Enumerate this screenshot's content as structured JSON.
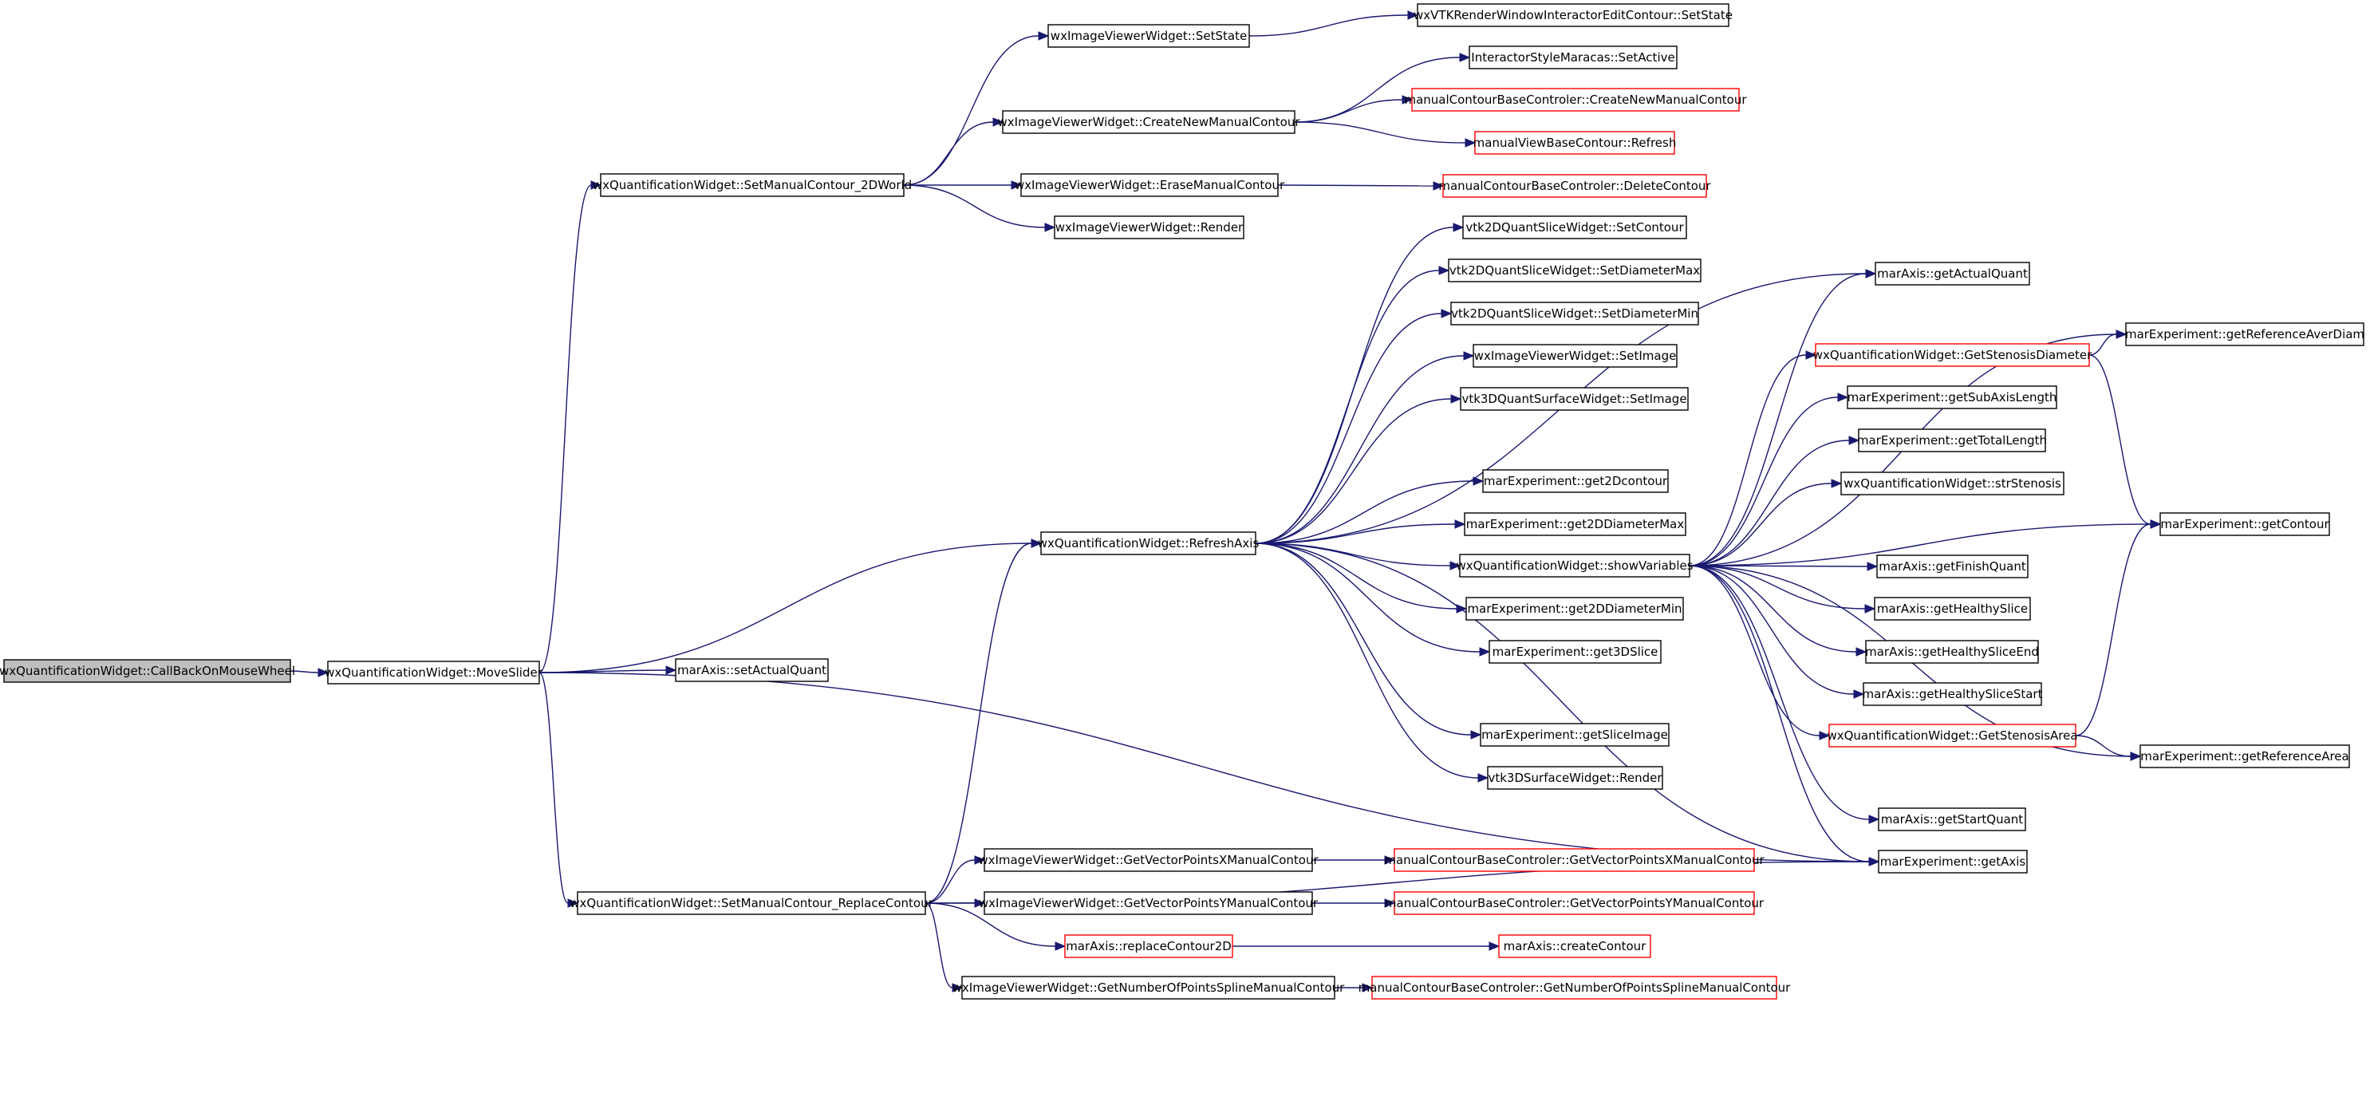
{
  "colors": {
    "edge": "#191970",
    "node_border": "#000000",
    "truncated_border": "#ff0000",
    "root_fill": "#bfbfbf"
  },
  "nodes": {
    "n_cbomw": "wxQuantificationWidget::CallBackOnMouseWheel",
    "n_moveslider": "wxQuantificationWidget::MoveSlider",
    "n_setactualquant": "marAxis::setActualQuant",
    "n_setmc2d": "wxQuantificationWidget::SetManualContour_2DWorld",
    "n_refreshaxis": "wxQuantificationWidget::RefreshAxis",
    "n_setmcrepl": "wxQuantificationWidget::SetManualContour_ReplaceContour",
    "n_ivw_setstate": "wxImageViewerWidget::SetState",
    "n_vtk_setstate": "wxVTKRenderWindowInteractorEditContour::SetState",
    "n_ism_setactive": "InteractorStyleMaracas::SetActive",
    "n_ivw_cnmc": "wxImageViewerWidget::CreateNewManualContour",
    "n_mcbc_cnmc": "manualContourBaseControler::CreateNewManualContour",
    "n_mvbc_refresh": "manualViewBaseContour::Refresh",
    "n_ivw_emc": "wxImageViewerWidget::EraseManualContour",
    "n_mcbc_delete": "manualContourBaseControler::DeleteContour",
    "n_ivw_render": "wxImageViewerWidget::Render",
    "n_v2d_setcontour": "vtk2DQuantSliceWidget::SetContour",
    "n_v2d_setdmax": "vtk2DQuantSliceWidget::SetDiameterMax",
    "n_v2d_setdmin": "vtk2DQuantSliceWidget::SetDiameterMin",
    "n_ivw_setimage": "wxImageViewerWidget::SetImage",
    "n_v3d_setimage": "vtk3DQuantSurfaceWidget::SetImage",
    "n_me_get2dcontour": "marExperiment::get2Dcontour",
    "n_me_get2ddmax": "marExperiment::get2DDiameterMax",
    "n_showvars": "wxQuantificationWidget::showVariables",
    "n_me_get2ddmin": "marExperiment::get2DDiameterMin",
    "n_me_get3dslice": "marExperiment::get3DSlice",
    "n_me_getsliceimage": "marExperiment::getSliceImage",
    "n_v3d_render": "vtk3DSurfaceWidget::Render",
    "n_ma_getactualquant": "marAxis::getActualQuant",
    "n_getstenosisdiam": "wxQuantificationWidget::GetStenosisDiameter",
    "n_me_getrefaverdiam": "marExperiment::getReferenceAverDiam",
    "n_me_getsubaxislength": "marExperiment::getSubAxisLength",
    "n_me_gettotallength": "marExperiment::getTotalLength",
    "n_strstenosis": "wxQuantificationWidget::strStenosis",
    "n_me_getcontour": "marExperiment::getContour",
    "n_ma_getfinishquant": "marAxis::getFinishQuant",
    "n_ma_gethealthyslice": "marAxis::getHealthySlice",
    "n_ma_gethealthysliceend": "marAxis::getHealthySliceEnd",
    "n_ma_gethealthyslicestart": "marAxis::getHealthySliceStart",
    "n_getstenosisarea": "wxQuantificationWidget::GetStenosisArea",
    "n_me_getrefarea": "marExperiment::getReferenceArea",
    "n_ma_getstartquant": "marAxis::getStartQuant",
    "n_me_getaxis": "marExperiment::getAxis",
    "n_ivw_gvpx": "wxImageViewerWidget::GetVectorPointsXManualContour",
    "n_mcbc_gvpx": "manualContourBaseControler::GetVectorPointsXManualContour",
    "n_ivw_gvpy": "wxImageViewerWidget::GetVectorPointsYManualContour",
    "n_mcbc_gvpy": "manualContourBaseControler::GetVectorPointsYManualContour",
    "n_ma_replacecontour2d": "marAxis::replaceContour2D",
    "n_ma_createcontour": "marAxis::createContour",
    "n_ivw_gnops": "wxImageViewerWidget::GetNumberOfPointsSplineManualContour",
    "n_mcbc_gnops": "manualContourBaseControler::GetNumberOfPointsSplineManualContour"
  },
  "truncated_nodes": [
    "n_mcbc_cnmc",
    "n_mvbc_refresh",
    "n_mcbc_delete",
    "n_getstenosisdiam",
    "n_getstenosisarea",
    "n_mcbc_gvpx",
    "n_mcbc_gvpy",
    "n_ma_replacecontour2d",
    "n_ma_createcontour",
    "n_mcbc_gnops"
  ],
  "root_node": "n_cbomw",
  "edges": [
    [
      "n_cbomw",
      "n_moveslider"
    ],
    [
      "n_moveslider",
      "n_setmc2d"
    ],
    [
      "n_moveslider",
      "n_refreshaxis"
    ],
    [
      "n_moveslider",
      "n_setactualquant"
    ],
    [
      "n_moveslider",
      "n_setmcrepl"
    ],
    [
      "n_moveslider",
      "n_me_getaxis"
    ],
    [
      "n_setmc2d",
      "n_ivw_setstate"
    ],
    [
      "n_setmc2d",
      "n_ivw_cnmc"
    ],
    [
      "n_setmc2d",
      "n_ivw_emc"
    ],
    [
      "n_setmc2d",
      "n_ivw_render"
    ],
    [
      "n_ivw_setstate",
      "n_vtk_setstate"
    ],
    [
      "n_ivw_cnmc",
      "n_ism_setactive"
    ],
    [
      "n_ivw_cnmc",
      "n_mcbc_cnmc"
    ],
    [
      "n_ivw_cnmc",
      "n_mvbc_refresh"
    ],
    [
      "n_ivw_emc",
      "n_mcbc_delete"
    ],
    [
      "n_refreshaxis",
      "n_v2d_setcontour"
    ],
    [
      "n_refreshaxis",
      "n_v2d_setdmax"
    ],
    [
      "n_refreshaxis",
      "n_v2d_setdmin"
    ],
    [
      "n_refreshaxis",
      "n_ivw_setimage"
    ],
    [
      "n_refreshaxis",
      "n_v3d_setimage"
    ],
    [
      "n_refreshaxis",
      "n_me_get2dcontour"
    ],
    [
      "n_refreshaxis",
      "n_me_get2ddmax"
    ],
    [
      "n_refreshaxis",
      "n_showvars"
    ],
    [
      "n_refreshaxis",
      "n_me_get2ddmin"
    ],
    [
      "n_refreshaxis",
      "n_me_get3dslice"
    ],
    [
      "n_refreshaxis",
      "n_me_getsliceimage"
    ],
    [
      "n_refreshaxis",
      "n_v3d_render"
    ],
    [
      "n_refreshaxis",
      "n_ma_getactualquant"
    ],
    [
      "n_refreshaxis",
      "n_me_getaxis"
    ],
    [
      "n_showvars",
      "n_ma_getactualquant"
    ],
    [
      "n_showvars",
      "n_getstenosisdiam"
    ],
    [
      "n_showvars",
      "n_me_getrefaverdiam"
    ],
    [
      "n_showvars",
      "n_me_getsubaxislength"
    ],
    [
      "n_showvars",
      "n_me_gettotallength"
    ],
    [
      "n_showvars",
      "n_strstenosis"
    ],
    [
      "n_showvars",
      "n_me_getcontour"
    ],
    [
      "n_showvars",
      "n_ma_getfinishquant"
    ],
    [
      "n_showvars",
      "n_ma_gethealthyslice"
    ],
    [
      "n_showvars",
      "n_ma_gethealthysliceend"
    ],
    [
      "n_showvars",
      "n_ma_gethealthyslicestart"
    ],
    [
      "n_showvars",
      "n_getstenosisarea"
    ],
    [
      "n_showvars",
      "n_me_getrefarea"
    ],
    [
      "n_showvars",
      "n_ma_getstartquant"
    ],
    [
      "n_showvars",
      "n_me_getaxis"
    ],
    [
      "n_getstenosisdiam",
      "n_me_getrefaverdiam"
    ],
    [
      "n_getstenosisdiam",
      "n_me_getcontour"
    ],
    [
      "n_getstenosisarea",
      "n_me_getcontour"
    ],
    [
      "n_getstenosisarea",
      "n_me_getrefarea"
    ],
    [
      "n_setmcrepl",
      "n_refreshaxis"
    ],
    [
      "n_setmcrepl",
      "n_ivw_gvpx"
    ],
    [
      "n_setmcrepl",
      "n_ivw_gvpy"
    ],
    [
      "n_setmcrepl",
      "n_ma_replacecontour2d"
    ],
    [
      "n_setmcrepl",
      "n_ivw_gnops"
    ],
    [
      "n_setmcrepl",
      "n_me_getaxis"
    ],
    [
      "n_ivw_gvpx",
      "n_mcbc_gvpx"
    ],
    [
      "n_ivw_gvpy",
      "n_mcbc_gvpy"
    ],
    [
      "n_ma_replacecontour2d",
      "n_ma_createcontour"
    ],
    [
      "n_ivw_gnops",
      "n_mcbc_gnops"
    ]
  ]
}
